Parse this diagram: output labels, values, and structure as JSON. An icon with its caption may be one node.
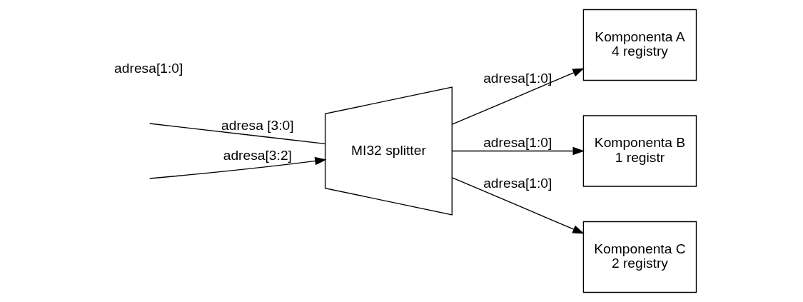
{
  "diagram": {
    "nodes": [
      {
        "text": [
          "MI32 splitter"
        ]
      },
      {
        "text": [
          "Komponenta A",
          "4 registry"
        ]
      },
      {
        "text": [
          "Komponenta B",
          "1 registr"
        ]
      },
      {
        "text": [
          "Komponenta C",
          "2 registry"
        ]
      }
    ],
    "edges": [
      {
        "from": null,
        "to": 0,
        "arrow": "none",
        "label": "adresa [3:0]"
      },
      {
        "from": null,
        "to": 0,
        "arrow": "to",
        "label": "adresa[3:2]"
      },
      {
        "from": 0,
        "to": 1,
        "arrow": "to",
        "label": "adresa[1:0]"
      },
      {
        "from": 0,
        "to": 2,
        "arrow": "to",
        "label": "adresa[1:0]"
      },
      {
        "from": 0,
        "to": 3,
        "arrow": "to",
        "label": "adresa[1:0]"
      }
    ],
    "labels": [
      "adresa[1:0]"
    ]
  }
}
